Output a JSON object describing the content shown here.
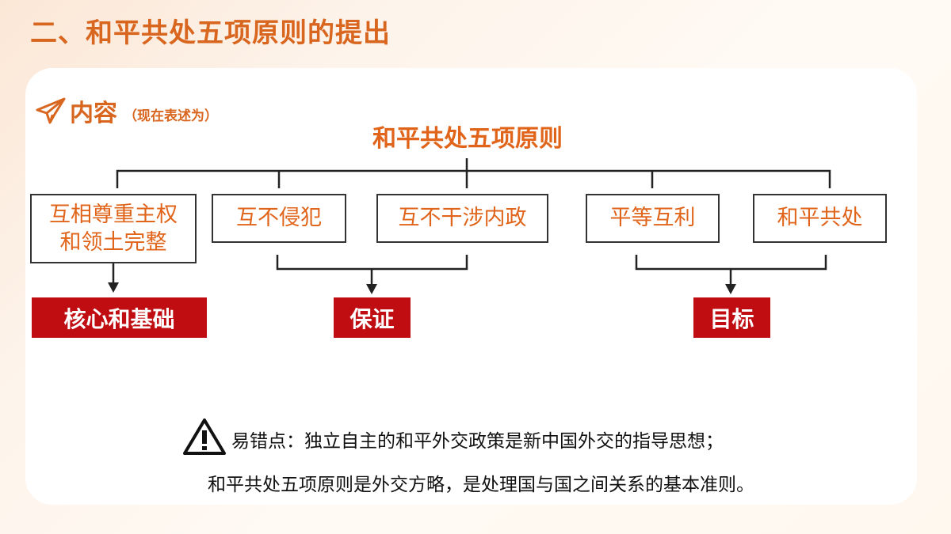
{
  "slide": {
    "title": "二、和平共处五项原则的提出"
  },
  "section": {
    "icon": "paper-plane-icon",
    "title": "内容",
    "note": "（现在表述为）"
  },
  "diagram": {
    "root": "和平共处五项原则",
    "principles": [
      {
        "label": "互相尊重主权和领土完整"
      },
      {
        "label": "互不侵犯"
      },
      {
        "label": "互不干涉内政"
      },
      {
        "label": "平等互利"
      },
      {
        "label": "和平共处"
      }
    ],
    "roles": [
      {
        "label": "核心和基础"
      },
      {
        "label": "保证"
      },
      {
        "label": "目标"
      }
    ],
    "colors": {
      "accent": "#e0641a",
      "tag": "#c00d12",
      "line": "#222222"
    }
  },
  "note": {
    "icon": "warning-icon",
    "line1": "易错点：独立自主的和平外交政策是新中国外交的指导思想；",
    "line2": "和平共处五项原则是外交方略，是处理国与国之间关系的基本准则。"
  }
}
